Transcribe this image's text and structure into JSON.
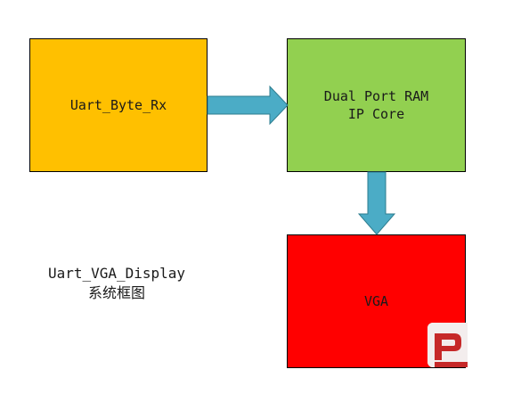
{
  "blocks": {
    "uart_rx": {
      "label": "Uart_Byte_Rx",
      "color": "#FFC000"
    },
    "dual_ram": {
      "label": "Dual Port RAM\nIP Core",
      "color": "#92D050"
    },
    "vga": {
      "label": "VGA",
      "color": "#FF0000"
    }
  },
  "arrows": {
    "color": "#4BACC6",
    "stroke": "#2E7D8F"
  },
  "caption": {
    "line1": "Uart_VGA_Display",
    "line2": "系统框图"
  },
  "watermark": {
    "icon": "logo-icon"
  }
}
